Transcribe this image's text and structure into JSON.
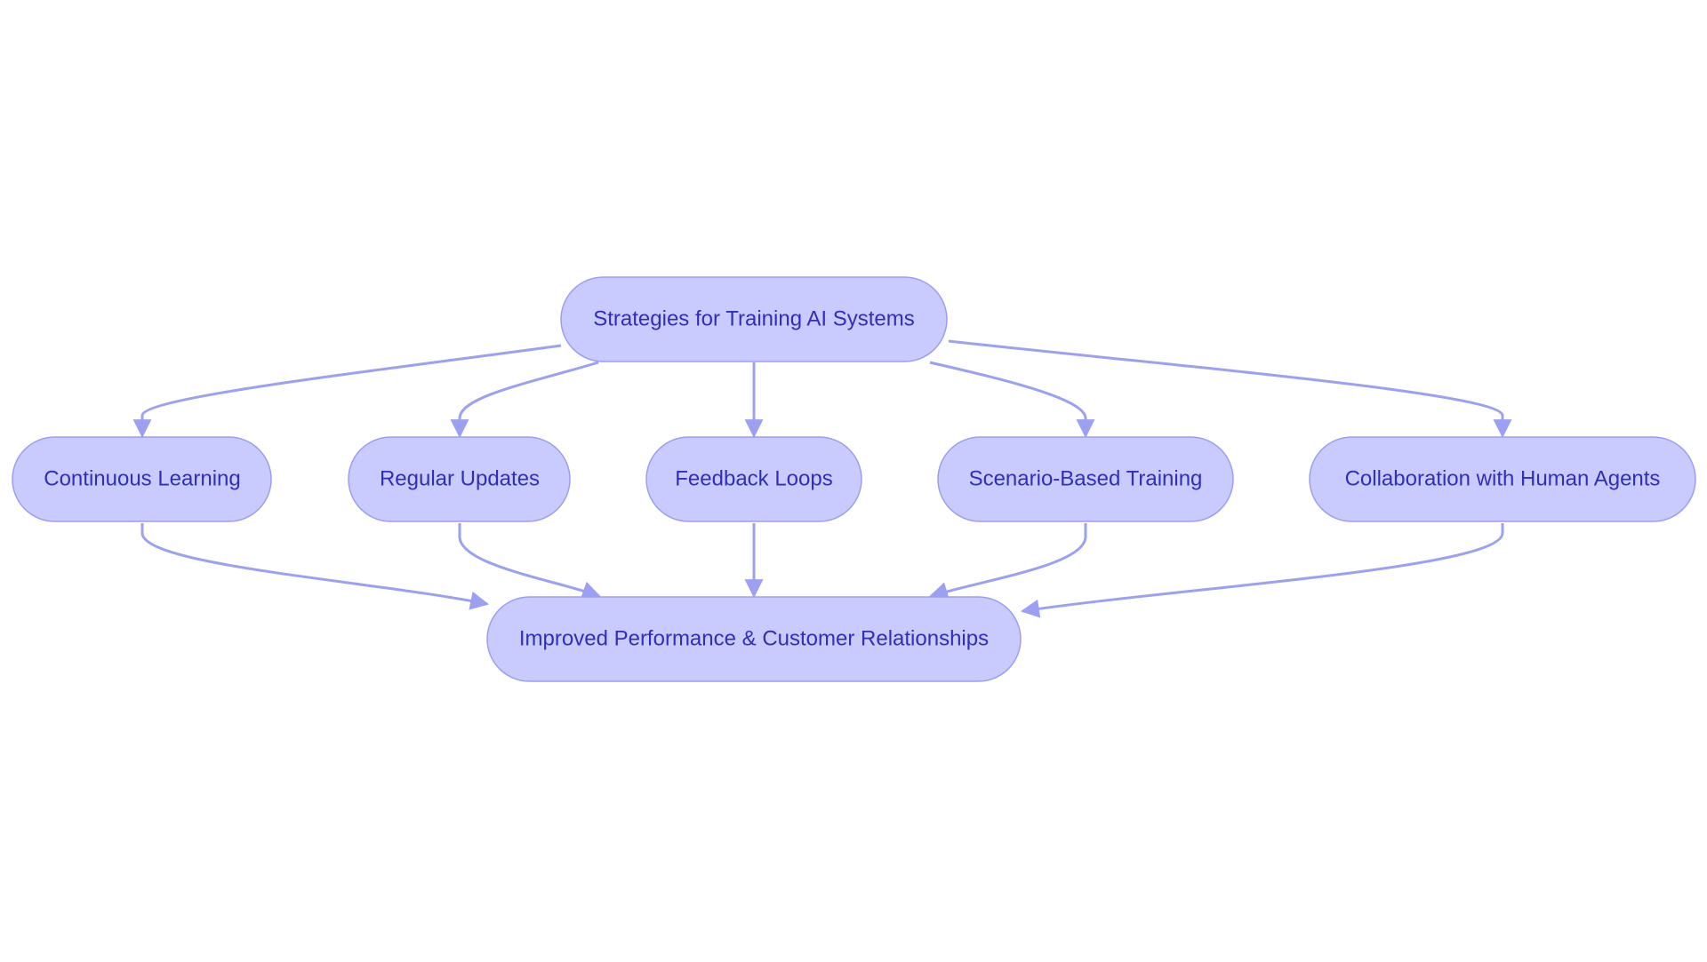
{
  "diagram": {
    "type": "flowchart",
    "colors": {
      "node_fill": "#c9cbff",
      "node_stroke": "#9b9ef0",
      "edge": "#9ca0f2",
      "text": "#2f2fb8",
      "background": "#ffffff"
    },
    "nodes": {
      "root": {
        "label": "Strategies for Training AI Systems"
      },
      "continuous_learning": {
        "label": "Continuous Learning"
      },
      "regular_updates": {
        "label": "Regular Updates"
      },
      "feedback_loops": {
        "label": "Feedback Loops"
      },
      "scenario_training": {
        "label": "Scenario-Based Training"
      },
      "collaboration": {
        "label": "Collaboration with Human Agents"
      },
      "outcome": {
        "label": "Improved Performance & Customer Relationships"
      }
    },
    "edges": [
      {
        "from": "root",
        "to": "continuous_learning"
      },
      {
        "from": "root",
        "to": "regular_updates"
      },
      {
        "from": "root",
        "to": "feedback_loops"
      },
      {
        "from": "root",
        "to": "scenario_training"
      },
      {
        "from": "root",
        "to": "collaboration"
      },
      {
        "from": "continuous_learning",
        "to": "outcome"
      },
      {
        "from": "regular_updates",
        "to": "outcome"
      },
      {
        "from": "feedback_loops",
        "to": "outcome"
      },
      {
        "from": "scenario_training",
        "to": "outcome"
      },
      {
        "from": "collaboration",
        "to": "outcome"
      }
    ]
  }
}
